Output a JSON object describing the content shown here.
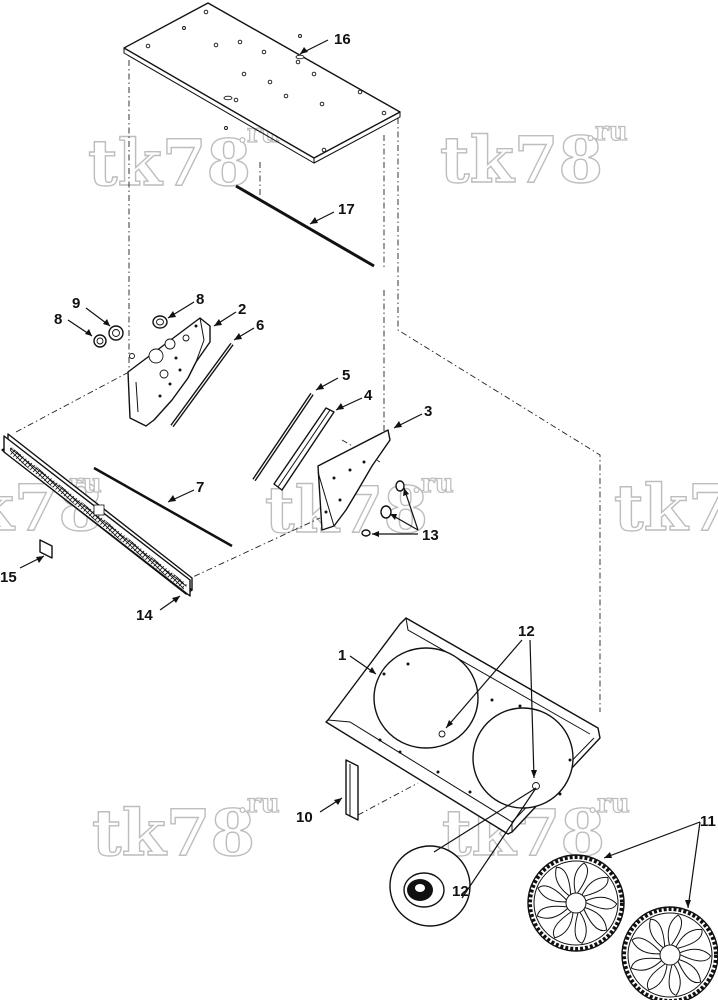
{
  "watermark": "tk78",
  "watermark_suffix": ".ru",
  "callouts": {
    "p1": "1",
    "p2": "2",
    "p3": "3",
    "p4": "4",
    "p5": "5",
    "p6": "6",
    "p7": "7",
    "p8a": "8",
    "p8b": "8",
    "p9": "9",
    "p10": "10",
    "p11": "11",
    "p12a": "12",
    "p12b": "12",
    "p13": "13",
    "p14": "14",
    "p15": "15",
    "p16": "16",
    "p17": "17"
  },
  "colors": {
    "line": "#111111",
    "watermark_outline": "#bdbdbd",
    "background": "#ffffff"
  }
}
